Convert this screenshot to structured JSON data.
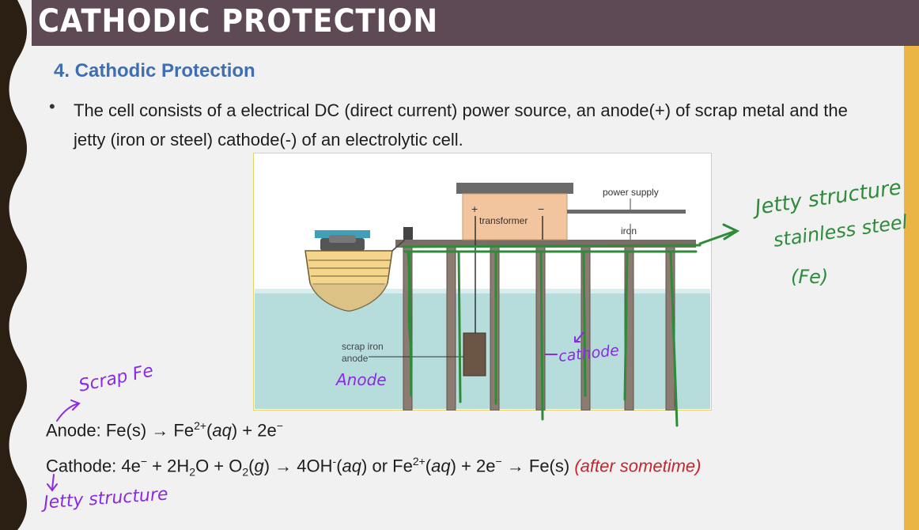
{
  "slide": {
    "title": "CATHODIC PROTECTION",
    "heading": "4. Cathodic Protection",
    "bullet": "The cell consists of a electrical DC (direct current) power source, an anode(+) of scrap metal and the jetty (iron or steel) cathode(-) of an electrolytic cell.",
    "colors": {
      "title_bar": "#5e4a55",
      "heading": "#3f6fb0",
      "accent_stripe": "#eab544",
      "red_note": "#c1272d"
    }
  },
  "diagram": {
    "labels": {
      "power_supply": "power supply",
      "iron": "iron",
      "transformer": "transformer",
      "plus": "+",
      "minus": "−",
      "scrap_iron": "scrap iron",
      "anode": "anode"
    }
  },
  "equations": {
    "anode": {
      "prefix": "Anode: Fe(s) → Fe",
      "sup": "2+",
      "mid": "(",
      "aq": "aq",
      "suffix": ") + 2e",
      "sup2": "−"
    },
    "cathode": {
      "p1": "Cathode: 4e",
      "s1": "−",
      "p2": " + 2H",
      "b1": "2",
      "p3": "O + O",
      "b2": "2",
      "p4": "(",
      "g": "g",
      "p5": ") → 4OH",
      "s2": "-",
      "p6": "(",
      "aq1": "aq",
      "p7": ") or Fe",
      "s3": "2+",
      "p8": "(",
      "aq2": "aq",
      "p9": ") + 2e",
      "s4": "−",
      "p10": " → Fe(s) ",
      "note": "(after sometime)"
    }
  },
  "handwriting": {
    "scrap_fe": "Scrap Fe",
    "jetty_structure_bottom": "Jetty structure",
    "anode": "Anode",
    "cathode": "cathode",
    "jetty_line1": "Jetty structure",
    "jetty_line2": "stainless steel",
    "jetty_line3": "(Fe)",
    "colors": {
      "purple": "#8a2be2",
      "green": "#2e8b3a"
    }
  }
}
